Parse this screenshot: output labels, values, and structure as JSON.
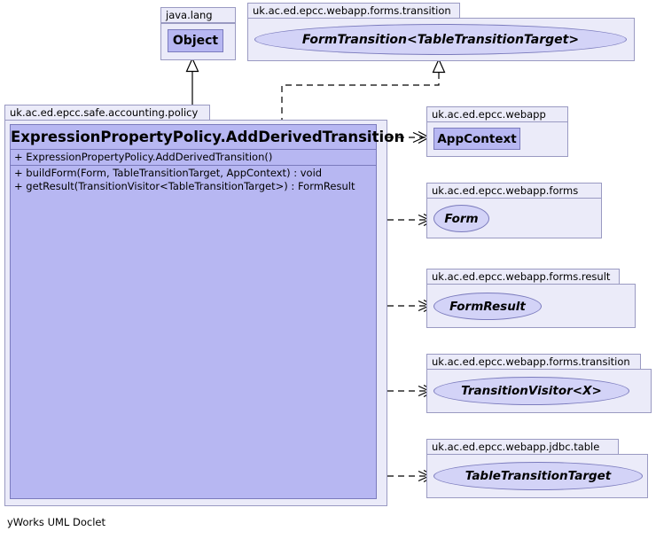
{
  "diagram": {
    "title": "ExpressionPropertyPolicy.AddDerivedTransition class diagram",
    "footer": "yWorks UML Doclet",
    "colors": {
      "class_fill": "#b7b7f2",
      "interface_fill": "#d3d3f7",
      "package_fill": "#ebebf9",
      "border": "#7b7bbd",
      "package_border": "#9a9ac2",
      "edge": "#000000"
    }
  },
  "packages": {
    "java_lang": {
      "label": "java.lang",
      "node": {
        "name": "Object",
        "kind": "class"
      }
    },
    "webapp_forms_transition_top": {
      "label": "uk.ac.ed.epcc.webapp.forms.transition",
      "node": {
        "name": "FormTransition<TableTransitionTarget>",
        "kind": "interface"
      }
    },
    "safe_accounting_policy": {
      "label": "uk.ac.ed.epcc.safe.accounting.policy",
      "node": {
        "name": "ExpressionPropertyPolicy.AddDerivedTransition",
        "kind": "class",
        "constructors": [
          "+  ExpressionPropertyPolicy.AddDerivedTransition()"
        ],
        "methods": [
          "+  buildForm(Form, TableTransitionTarget, AppContext) : void",
          "+  getResult(TransitionVisitor<TableTransitionTarget>) : FormResult"
        ]
      }
    },
    "webapp": {
      "label": "uk.ac.ed.epcc.webapp",
      "node": {
        "name": "AppContext",
        "kind": "class"
      }
    },
    "webapp_forms": {
      "label": "uk.ac.ed.epcc.webapp.forms",
      "node": {
        "name": "Form",
        "kind": "interface"
      }
    },
    "webapp_forms_result": {
      "label": "uk.ac.ed.epcc.webapp.forms.result",
      "node": {
        "name": "FormResult",
        "kind": "interface"
      }
    },
    "webapp_forms_transition": {
      "label": "uk.ac.ed.epcc.webapp.forms.transition",
      "node": {
        "name": "TransitionVisitor<X>",
        "kind": "interface"
      }
    },
    "webapp_jdbc_table": {
      "label": "uk.ac.ed.epcc.webapp.jdbc.table",
      "node": {
        "name": "TableTransitionTarget",
        "kind": "interface"
      }
    }
  },
  "edges": [
    {
      "name": "generalization-object",
      "from": "ExpressionPropertyPolicy.AddDerivedTransition",
      "to": "Object",
      "style": "solid",
      "arrow": "hollow-triangle"
    },
    {
      "name": "realization-formtransition",
      "from": "ExpressionPropertyPolicy.AddDerivedTransition",
      "to": "FormTransition<TableTransitionTarget>",
      "style": "dashed",
      "arrow": "hollow-triangle"
    },
    {
      "name": "dependency-appcontext",
      "from": "ExpressionPropertyPolicy.AddDerivedTransition",
      "to": "AppContext",
      "style": "dashed",
      "arrow": "open"
    },
    {
      "name": "dependency-form",
      "from": "ExpressionPropertyPolicy.AddDerivedTransition",
      "to": "Form",
      "style": "dashed",
      "arrow": "open"
    },
    {
      "name": "dependency-formresult",
      "from": "ExpressionPropertyPolicy.AddDerivedTransition",
      "to": "FormResult",
      "style": "dashed",
      "arrow": "open"
    },
    {
      "name": "dependency-transitionvisitor",
      "from": "ExpressionPropertyPolicy.AddDerivedTransition",
      "to": "TransitionVisitor<X>",
      "style": "dashed",
      "arrow": "open"
    },
    {
      "name": "dependency-tabletransitiontarget",
      "from": "ExpressionPropertyPolicy.AddDerivedTransition",
      "to": "TableTransitionTarget",
      "style": "dashed",
      "arrow": "open"
    }
  ]
}
